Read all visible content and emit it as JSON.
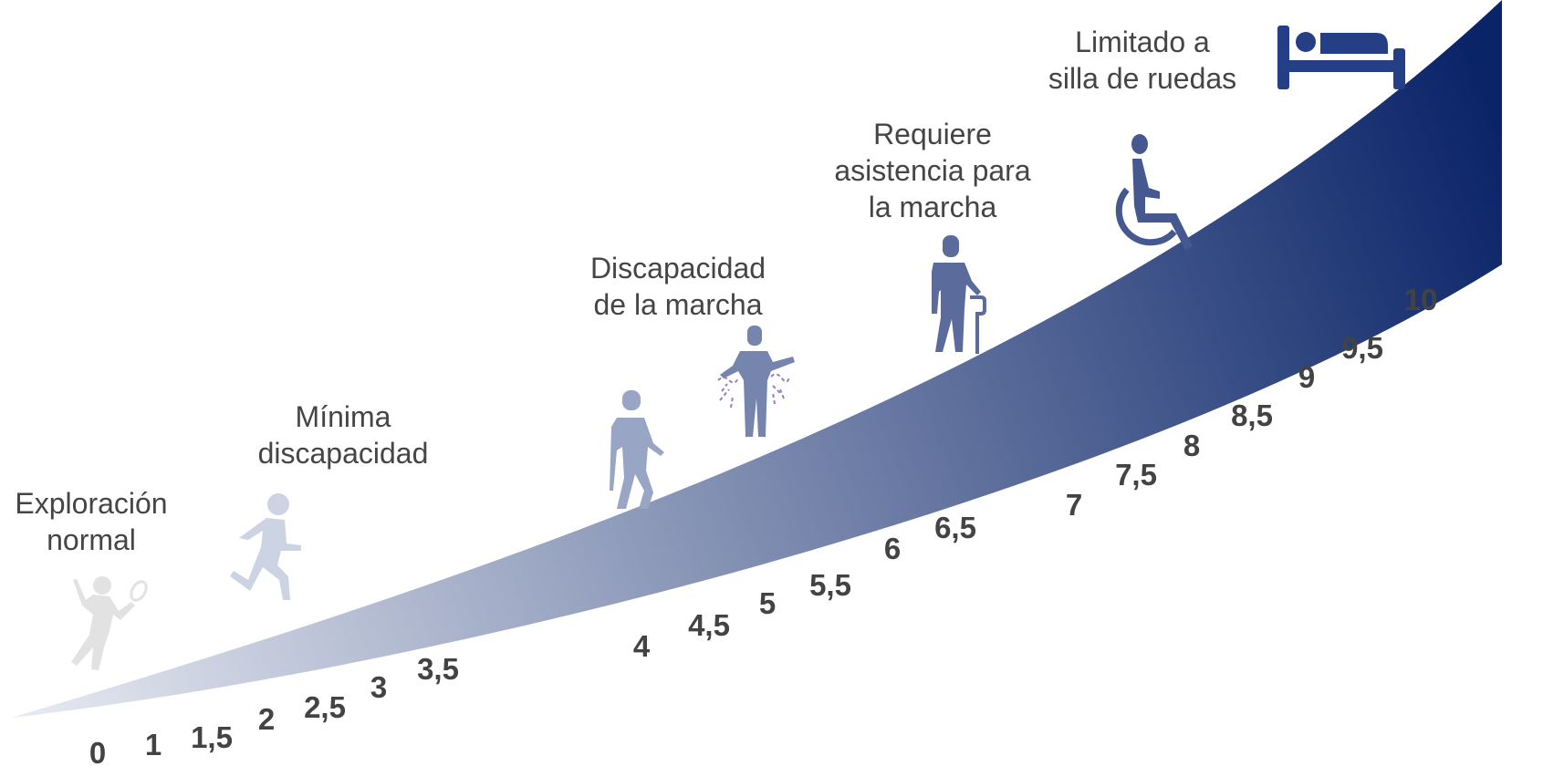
{
  "stages": [
    {
      "lines": [
        "Exploración",
        "normal"
      ],
      "icon": "tennis-player-icon",
      "color": "#e2e2e2"
    },
    {
      "lines": [
        "Mínima",
        "discapacidad"
      ],
      "icon": "runner-icon",
      "color": "#ccd3e3"
    },
    {
      "lines": [
        "Discapacidad",
        "de la marcha"
      ],
      "icon": "tremor-person-icon",
      "color": "#7585ae"
    },
    {
      "lines": [
        "Requiere",
        "asistencia para",
        "la marcha"
      ],
      "icon": "person-with-cane-icon",
      "color": "#5a6b9c"
    },
    {
      "lines": [
        "Limitado a",
        "silla de ruedas"
      ],
      "icon": "wheelchair-icon",
      "color": "#45588f"
    }
  ],
  "extra_icons": {
    "walker": {
      "icon": "walking-person-icon",
      "color": "#98a5c4"
    },
    "bed": {
      "icon": "bed-icon",
      "color": "#243f86"
    },
    "tremor_marks_color": "#9b7cc2"
  },
  "chart_data": {
    "type": "scale",
    "scale_labels": [
      "0",
      "1",
      "1,5",
      "2",
      "2,5",
      "3",
      "3,5",
      "4",
      "4,5",
      "5",
      "5,5",
      "6",
      "6,5",
      "7",
      "7,5",
      "8",
      "8,5",
      "9",
      "9,5",
      "10"
    ],
    "gradient": {
      "start": "#e8ebf2",
      "end": "#0a2468"
    }
  }
}
